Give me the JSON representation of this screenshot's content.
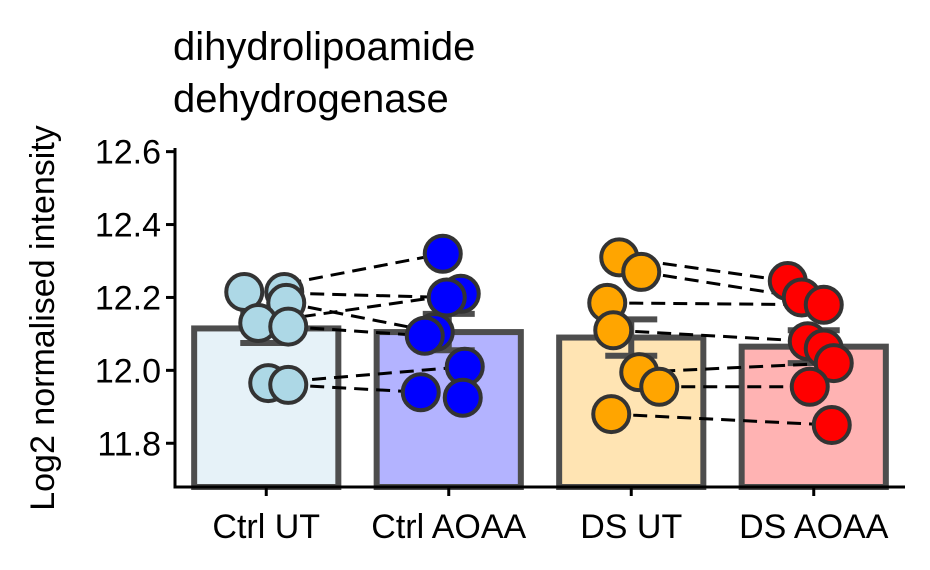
{
  "chart_data": {
    "type": "bar",
    "title": [
      "dihydrolipoamide",
      "dehydrogenase"
    ],
    "xlabel": "",
    "ylabel": "Log2 normalised intensity",
    "ylim": [
      11.68,
      12.61
    ],
    "yticks": [
      11.8,
      12.0,
      12.2,
      12.4,
      12.6
    ],
    "ytick_labels": [
      "11.8",
      "12.0",
      "12.2",
      "12.4",
      "12.6"
    ],
    "grid": false,
    "legend": "none",
    "categories": [
      "Ctrl UT",
      "Ctrl AOAA",
      "DS UT",
      "DS AOAA"
    ],
    "values": [
      12.115,
      12.105,
      12.09,
      12.065
    ],
    "se": [
      0.04,
      0.05,
      0.05,
      0.045
    ],
    "bar_fill_colors": [
      "#e6f2f8",
      "#b3b3ff",
      "#ffe4b3",
      "#ffb3b3"
    ],
    "point_colors": [
      "#add8e6",
      "#0000ff",
      "#ffa500",
      "#ff0000"
    ],
    "outline_color": "#4d4d4d",
    "points": [
      {
        "category": "Ctrl UT",
        "values": [
          12.215,
          12.215,
          12.185,
          12.13,
          12.12,
          11.965,
          11.96
        ]
      },
      {
        "category": "Ctrl AOAA",
        "values": [
          12.32,
          12.21,
          12.2,
          12.105,
          12.095,
          12.01,
          11.94,
          11.925
        ]
      },
      {
        "category": "DS UT",
        "values": [
          12.31,
          12.27,
          12.185,
          12.11,
          11.995,
          11.955,
          11.88
        ]
      },
      {
        "category": "DS AOAA",
        "values": [
          12.245,
          12.2,
          12.18,
          12.08,
          12.06,
          12.02,
          11.955,
          11.85
        ]
      }
    ],
    "pairs": [
      {
        "from": "Ctrl UT",
        "to": "Ctrl AOAA",
        "links": [
          [
            12.215,
            12.32
          ],
          [
            12.215,
            12.2
          ],
          [
            12.185,
            12.105
          ],
          [
            12.13,
            12.21
          ],
          [
            12.12,
            12.095
          ],
          [
            11.965,
            12.01
          ],
          [
            11.96,
            11.94
          ]
        ]
      },
      {
        "from": "DS UT",
        "to": "DS AOAA",
        "links": [
          [
            12.31,
            12.245
          ],
          [
            12.27,
            12.2
          ],
          [
            12.185,
            12.18
          ],
          [
            12.11,
            12.08
          ],
          [
            11.995,
            12.02
          ],
          [
            11.955,
            11.955
          ],
          [
            11.88,
            11.85
          ]
        ]
      }
    ]
  }
}
